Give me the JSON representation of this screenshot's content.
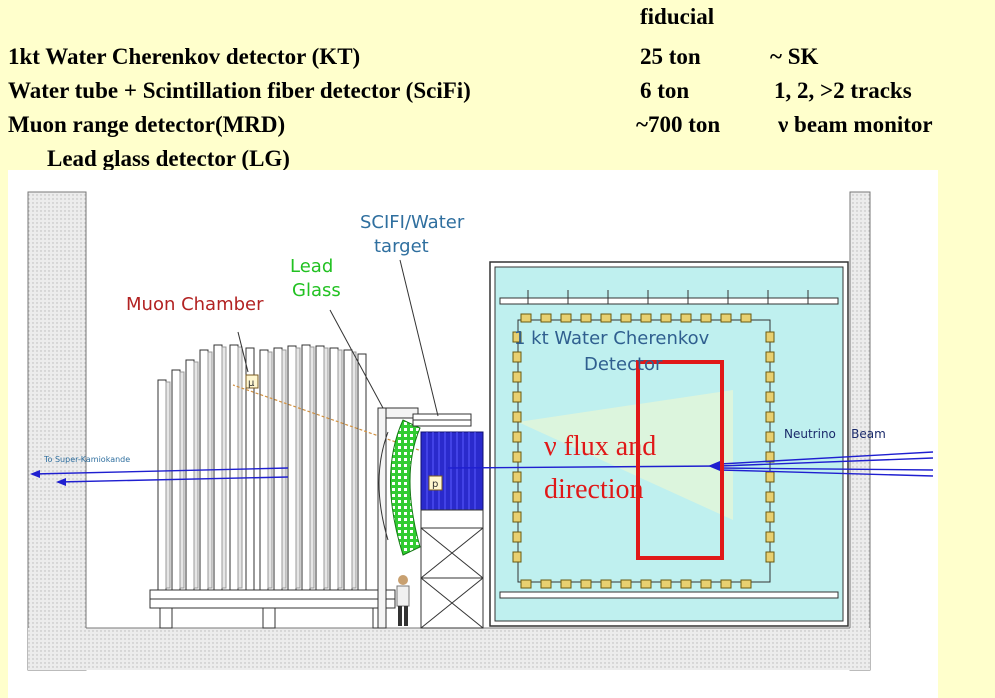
{
  "table": {
    "header": "fiducial",
    "rows": [
      {
        "name": "1kt Water Cherenkov detector (KT)",
        "mass": "25 ton",
        "note": "~ SK"
      },
      {
        "name": "Water tube + Scintillation fiber detector (SciFi)",
        "mass": "6 ton",
        "note": "1, 2, >2 tracks"
      },
      {
        "name": "Muon range detector(MRD)",
        "mass": "~700 ton",
        "note": "ν beam monitor"
      },
      {
        "name": "Lead glass detector (LG)",
        "mass": "",
        "note": ""
      }
    ]
  },
  "diagram": {
    "labels": {
      "scifi_water_1": "SCIFI/Water",
      "scifi_water_2": "target",
      "lead_1": "Lead",
      "lead_2": "Glass",
      "muon_chamber": "Muon Chamber",
      "kt_1": "1 kt Water Cherenkov",
      "kt_2": "Detector",
      "to_sk": "To Super-Kamiokande",
      "neutrino_beam": "Neutrino    Beam",
      "flux_1": "ν flux and",
      "flux_2": "direction",
      "mu": "μ",
      "p": "p"
    },
    "colors": {
      "page_bg": "#ffffcc",
      "kt_label": "#2f5f8f",
      "muon_label": "#b22222",
      "lead_label": "#22c122",
      "scifi_label": "#2f6f9f",
      "scifi_block": "#2a2acc",
      "water": "#bff0ef",
      "highlight_box": "#e01818",
      "beam": "#1f1fd0"
    }
  }
}
